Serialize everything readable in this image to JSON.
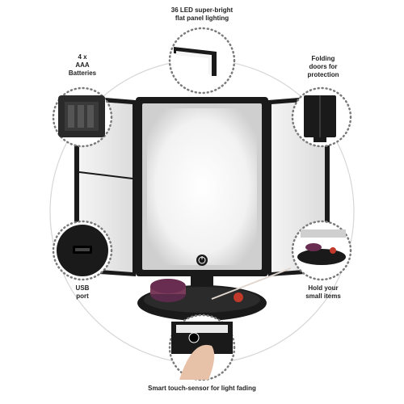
{
  "callouts": {
    "led": {
      "line1": "36 LED super-bright",
      "line2": "flat panel lighting"
    },
    "batteries": {
      "line1": "4 x",
      "line2": "AAA",
      "line3": "Batteries"
    },
    "folding": {
      "line1": "Folding",
      "line2": "doors for",
      "line3": "protection"
    },
    "usb": {
      "line1": "USB",
      "line2": "port"
    },
    "hold": {
      "line1": "Hold your",
      "line2": "small items"
    },
    "touch": {
      "line1": "Smart touch-sensor for light fading"
    }
  },
  "colors": {
    "frame": "#1a1a1a",
    "mirror_glow": "#e8e8e8",
    "dots": "#7a7a7a",
    "ring": "#d0d0d0",
    "lipstick": "#5a2a4a",
    "accent_red": "#c0392b"
  }
}
